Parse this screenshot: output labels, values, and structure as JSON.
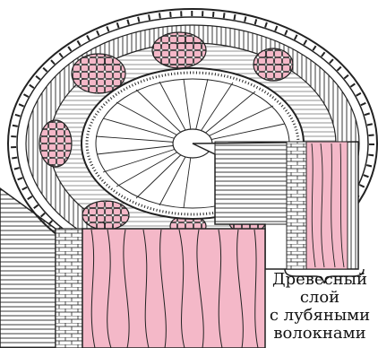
{
  "diagram": {
    "caption_lines": [
      "Древесный",
      "слой",
      "с лубяными",
      "волокнами"
    ],
    "colors": {
      "fiber_fill": "#f4b8c8",
      "line": "#222222",
      "background": "#ffffff"
    },
    "parts": [
      "bark-ring",
      "cortex-cell-clusters",
      "bast-fiber-bundles",
      "wood-ring",
      "central-pith",
      "cut-wedge",
      "longitudinal-section",
      "bracket"
    ]
  }
}
